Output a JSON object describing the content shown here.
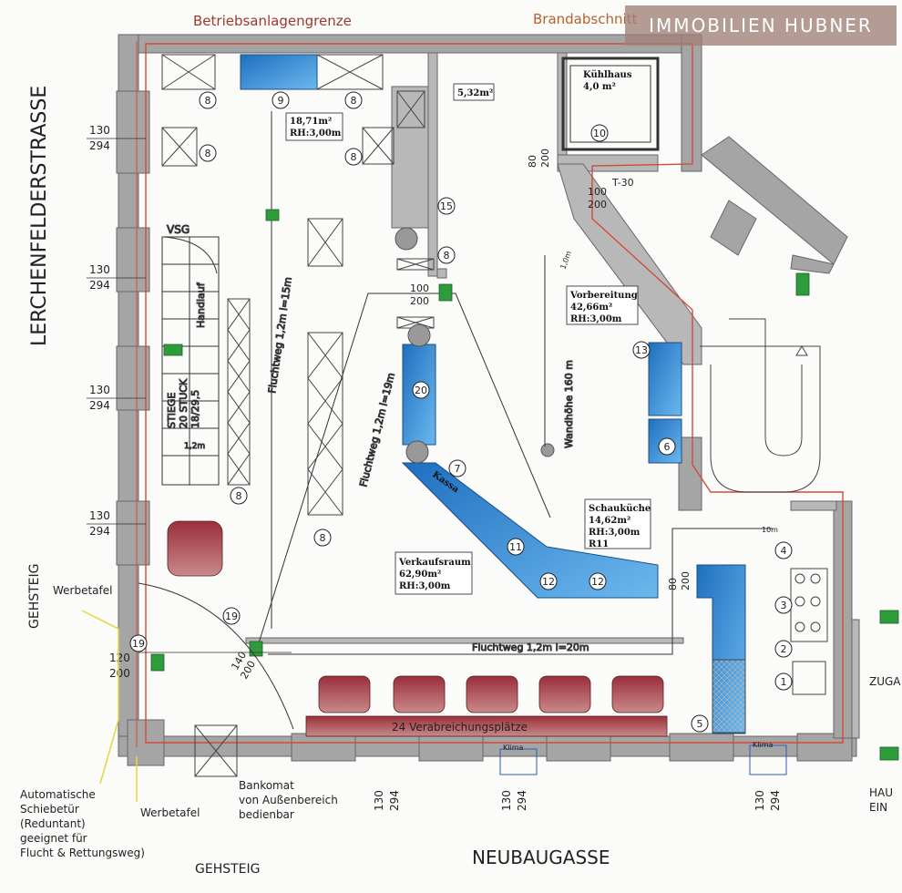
{
  "brand": "IMMOBILIEN HUBNER",
  "headers": {
    "property_line": "Betriebsanlagengrenze",
    "fire_section": "Brandabschnitt"
  },
  "streets": {
    "west": "LERCHENFELDERSTRASSE",
    "south": "NEUBAUGASSE",
    "sidewalk_west": "GEHSTEIG",
    "sidewalk_south": "GEHSTEIG"
  },
  "rooms": [
    {
      "name": "",
      "area": "18,71m²",
      "height": "RH:3,00m"
    },
    {
      "name": "",
      "area": "5,32m²",
      "height": ""
    },
    {
      "name": "Kühlhaus",
      "area": "4,0 m²",
      "height": ""
    },
    {
      "name": "Vorbereitung",
      "area": "42,66m²",
      "height": "RH:3,00m"
    },
    {
      "name": "Schauküche",
      "area": "14,62m²",
      "height": "RH:3,00m",
      "extra": "R11"
    },
    {
      "name": "Verkaufsraum",
      "area": "62,90m²",
      "height": "RH:3,00m"
    }
  ],
  "escape_routes": [
    "Fluchtweg 1,2m l=15m",
    "Fluchtweg 1,2m l=19m",
    "Fluchtweg 1,2m l=20m"
  ],
  "labels": {
    "kassa": "Kassa",
    "wall_height": "Wandhöhe 160 m",
    "seating": "24 Verabreichungsplätze",
    "stair": [
      "STIEGE",
      "20 STUCK",
      "18/29,5"
    ],
    "handlauf": "Handlauf",
    "vsg": "VSG",
    "stair_width": "1,2m",
    "t30": "T-30",
    "dim_10m": "10m",
    "dim_1m": "1,0m",
    "werbetafel": "Werbetafel",
    "zugang": "ZUGA",
    "hau": "HAU",
    "ein": "EIN",
    "klima": "Klima"
  },
  "dimensions": {
    "window_top": "130",
    "window_bottom": "294",
    "door_100": "100",
    "door_200": "200",
    "door_80": "80",
    "door_120": "120",
    "door_140": "140"
  },
  "notes": {
    "sliding_door": [
      "Automatische",
      "Schiebetür",
      "(Reduntant)",
      "geeignet für",
      "Flucht & Rettungsweg)"
    ],
    "atm": [
      "Bankomat",
      "von Außenbereich",
      "bedienbar"
    ]
  },
  "equipment_numbers": [
    "1",
    "2",
    "3",
    "4",
    "5",
    "6",
    "7",
    "8",
    "9",
    "10",
    "11",
    "12",
    "13",
    "15",
    "19",
    "20"
  ],
  "colors": {
    "wall": "#9c9c9c",
    "property_line": "#c0392b",
    "equipment_blue": "#2f8fd6",
    "seating_red": "#8a2a32",
    "exit_sign": "#2e9b3c"
  }
}
